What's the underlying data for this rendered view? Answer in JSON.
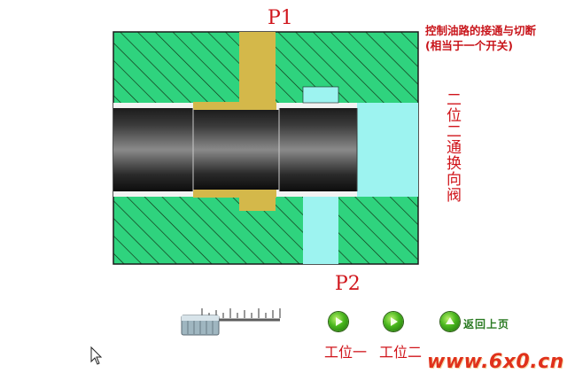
{
  "ports": {
    "p1": "P1",
    "p2": "P2"
  },
  "note": "控制油路的接通与切断(相当于一个开关)",
  "vertical_title": "二位二通换向阀",
  "controls": {
    "position1_label": "工位一",
    "position2_label": "工位二",
    "back_label": "返回上页"
  },
  "watermark": "www.6x0.cn",
  "colors": {
    "body_green": "#2fd37e",
    "hatch": "#0f2a12",
    "oil_yellow": "#d4b84a",
    "chamber_cyan": "#9df3f0",
    "label_red": "#d0151b"
  },
  "icons": [
    "slider-thumb-icon",
    "play-icon",
    "play-icon",
    "up-arrow-icon",
    "mouse-cursor-icon"
  ]
}
